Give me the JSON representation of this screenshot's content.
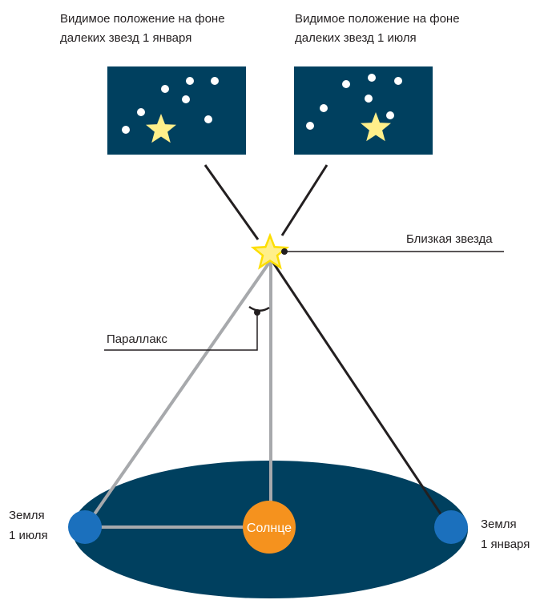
{
  "captions": {
    "jan_view_line1": "Видимое положение на фоне",
    "jan_view_line2": "далеких звезд 1 января",
    "jul_view_line1": "Видимое положение на фоне",
    "jul_view_line2": "далеких звезд 1 июля"
  },
  "labels": {
    "near_star": "Близкая звезда",
    "parallax": "Параллакс",
    "sun": "Солнце",
    "earth_july_line1": "Земля",
    "earth_july_line2": "1 июля",
    "earth_jan_line1": "Земля",
    "earth_jan_line2": "1 января"
  },
  "colors": {
    "sky_panel": "#00405f",
    "orbit": "#00405f",
    "background_star": "#ffffff",
    "near_star_fill": "#ffef8a",
    "near_star_outline": "#fdde00",
    "sun": "#f5921e",
    "earth": "#1b70bd",
    "sight_line_july": "#a7a9ac",
    "sight_line_jan": "#231f20"
  }
}
